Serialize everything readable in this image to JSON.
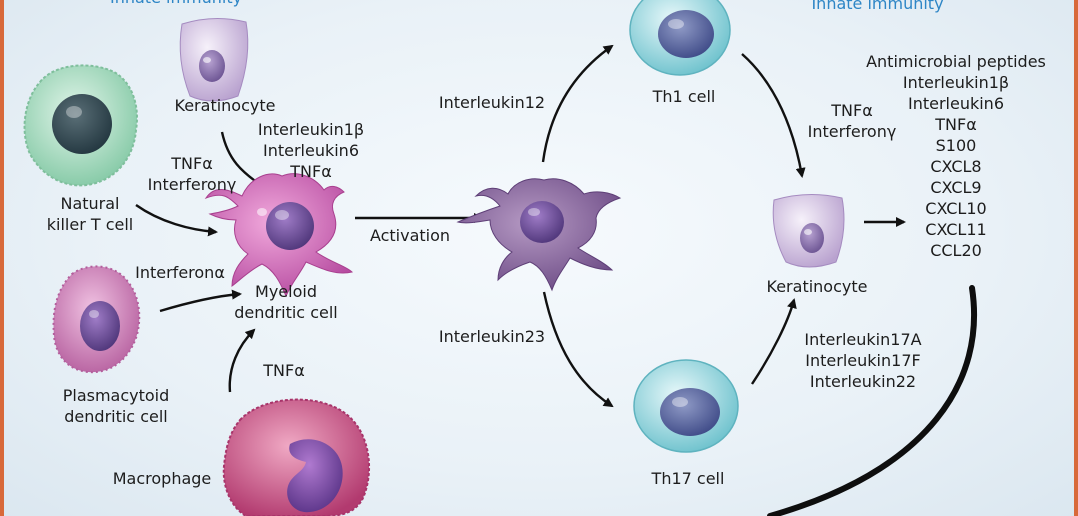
{
  "headers": {
    "left": "Innate immunity",
    "right": "Innate immunity"
  },
  "labels": {
    "keratinocyte_left": "Keratinocyte",
    "cytokines_keratinocyte": "Interleukin1β\nInterleukin6\nTNFα",
    "tnf_interferon_nkt": "TNFα\nInterferonγ",
    "natural_killer_t": "Natural\nkiller T cell",
    "interferon_alpha": "Interferonα",
    "myeloid_dc": "Myeloid\ndendritic cell",
    "plasmacytoid_dc": "Plasmacytoid\ndendritic cell",
    "tnf_macrophage": "TNFα",
    "macrophage": "Macrophage",
    "activation": "Activation",
    "interleukin12": "Interleukin12",
    "interleukin23": "Interleukin23",
    "th1_cell": "Th1 cell",
    "th17_cell": "Th17 cell",
    "tnf_interferon_th1": "TNFα\nInterferonγ",
    "keratinocyte_right": "Keratinocyte",
    "interleukins_th17": "Interleukin17A\nInterleukin17F\nInterleukin22",
    "products": "Antimicrobial peptides\nInterleukin1β\nInterleukin6\nTNFα\nS100\nCXCL8\nCXCL9\nCXCL10\nCXCL11\nCCL20"
  },
  "colors": {
    "frame": "#d8693a",
    "header_text": "#2e86c6",
    "dendritic_cell": "#c45aa8",
    "activated_dendritic_cell": "#8a5f9c",
    "keratinocyte": "#cdb9dd",
    "nkt_cell": "#9fd7b8",
    "plasmacytoid_cell": "#c77cb7",
    "macrophage": "#c2487a",
    "th_cell": "#7ecbd3"
  }
}
